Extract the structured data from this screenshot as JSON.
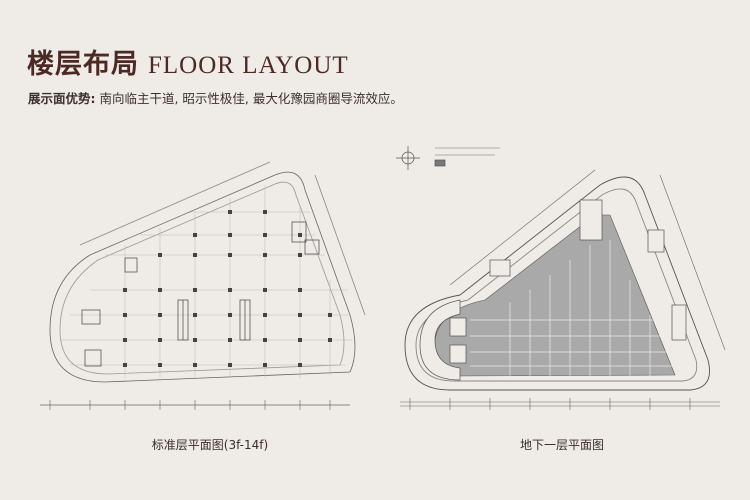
{
  "header": {
    "title_cn": "楼层布局",
    "title_en": "FLOOR LAYOUT",
    "subtitle_label": "展示面优势:",
    "subtitle_text": " 南向临主干道, 昭示性极佳, 最大化豫园商圈导流效应。"
  },
  "plans": {
    "left_caption": "标准层平面图(3f-14f)",
    "right_caption": "地下一层平面图"
  },
  "colors": {
    "background": "#efebe6",
    "title": "#4b2a24",
    "line": "#555555",
    "parking_fill": "#a9a9a9"
  }
}
